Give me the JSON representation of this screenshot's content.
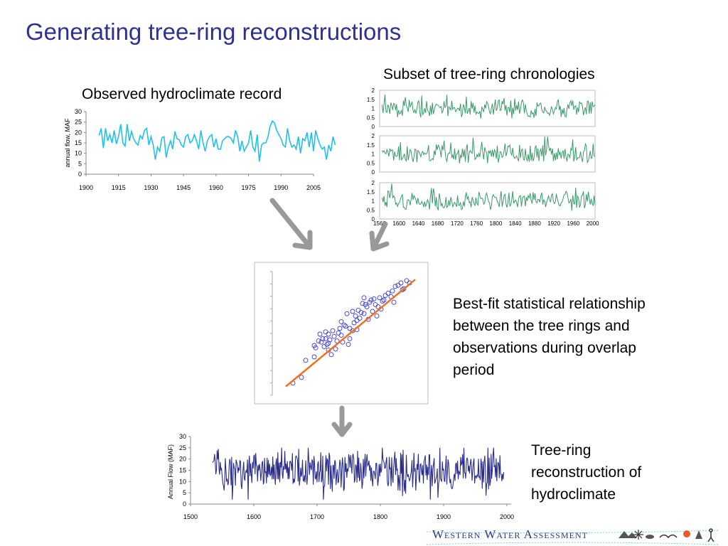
{
  "slide": {
    "title": "Generating tree-ring reconstructions",
    "observed_label": "Observed hydroclimate record",
    "chronologies_label": "Subset of tree-ring chronologies",
    "bestfit_text": [
      "Best-fit statistical relationship",
      "between the tree rings and",
      "observations during overlap",
      "period"
    ],
    "reconstruction_text": [
      "Tree-ring",
      "reconstruction of",
      "hydroclimate"
    ],
    "logo_text": "Western Water Assessment"
  },
  "colors": {
    "title": "#2e3192",
    "observed_line": "#1fc3e8",
    "chronology_line": "#3a9a6a",
    "reconstruction_line": "#2b2d8c",
    "scatter_points": "#3b3bd6",
    "fit_line": "#f07020",
    "arrow": "#999999"
  },
  "chart_data": [
    {
      "id": "observed",
      "type": "line",
      "ylabel": "annual flow, MAF",
      "xticks": [
        1900,
        1915,
        1930,
        1945,
        1960,
        1975,
        1990,
        2005
      ],
      "yticks": [
        0,
        5,
        10,
        15,
        20,
        25,
        30
      ],
      "xlim": [
        1900,
        2005
      ],
      "ylim": [
        0,
        30
      ],
      "x_start": 1906,
      "values": [
        18.5,
        22,
        12.5,
        22,
        16,
        19,
        15,
        21,
        14.5,
        18,
        24,
        15,
        13.5,
        24,
        16,
        20.5,
        17,
        15,
        14,
        18.5,
        17,
        21,
        22,
        14,
        18,
        14,
        7,
        13,
        11,
        17.5,
        18,
        8,
        13,
        16,
        12,
        20.5,
        17,
        16.5,
        14,
        13,
        18,
        19,
        15,
        16,
        19,
        16,
        12,
        21,
        15,
        11,
        16,
        18,
        19,
        13,
        17,
        12,
        12,
        16,
        17,
        18,
        18,
        17,
        15,
        21,
        18,
        11,
        16,
        11,
        13,
        15,
        21,
        13,
        11,
        19,
        6,
        14,
        15,
        15,
        18,
        23,
        25.5,
        24.5,
        21,
        19,
        17,
        14,
        13,
        22,
        16,
        13,
        14,
        12,
        18,
        10,
        17,
        16,
        20,
        13,
        20,
        11,
        21,
        17,
        14,
        12,
        13,
        7,
        14,
        11,
        18,
        14
      ]
    },
    {
      "id": "chronologies",
      "type": "line",
      "series_count": 3,
      "yticks": [
        0,
        0.5,
        1,
        1.5,
        2
      ],
      "xticks": [
        1560,
        1600,
        1640,
        1680,
        1720,
        1760,
        1800,
        1840,
        1880,
        1920,
        1960,
        2000
      ],
      "xtick_labels": [
        "1560",
        "1600",
        "1640",
        "1680",
        "1720",
        "1760",
        "1800",
        "1840",
        "1880",
        "1920",
        "1960",
        "2000"
      ],
      "xlim": [
        1560,
        2005
      ],
      "ylim": [
        0,
        2
      ],
      "x_start": 1565,
      "x_end": 2005
    },
    {
      "id": "scatter",
      "type": "scatter",
      "points": [
        [
          0.1,
          0.07
        ],
        [
          0.16,
          0.12
        ],
        [
          0.19,
          0.27
        ],
        [
          0.25,
          0.4
        ],
        [
          0.25,
          0.3
        ],
        [
          0.29,
          0.5
        ],
        [
          0.3,
          0.43
        ],
        [
          0.31,
          0.46
        ],
        [
          0.32,
          0.39
        ],
        [
          0.33,
          0.52
        ],
        [
          0.33,
          0.46
        ],
        [
          0.34,
          0.41
        ],
        [
          0.35,
          0.42
        ],
        [
          0.35,
          0.5
        ],
        [
          0.36,
          0.45
        ],
        [
          0.37,
          0.32
        ],
        [
          0.38,
          0.53
        ],
        [
          0.39,
          0.48
        ],
        [
          0.4,
          0.37
        ],
        [
          0.41,
          0.44
        ],
        [
          0.42,
          0.51
        ],
        [
          0.43,
          0.55
        ],
        [
          0.44,
          0.61
        ],
        [
          0.45,
          0.43
        ],
        [
          0.46,
          0.58
        ],
        [
          0.47,
          0.57
        ],
        [
          0.49,
          0.41
        ],
        [
          0.5,
          0.46
        ],
        [
          0.48,
          0.68
        ],
        [
          0.5,
          0.55
        ],
        [
          0.52,
          0.53
        ],
        [
          0.53,
          0.6
        ],
        [
          0.54,
          0.66
        ],
        [
          0.55,
          0.54
        ],
        [
          0.56,
          0.71
        ],
        [
          0.57,
          0.64
        ],
        [
          0.58,
          0.69
        ],
        [
          0.59,
          0.77
        ],
        [
          0.6,
          0.68
        ],
        [
          0.61,
          0.76
        ],
        [
          0.62,
          0.74
        ],
        [
          0.63,
          0.63
        ],
        [
          0.64,
          0.78
        ],
        [
          0.65,
          0.8
        ],
        [
          0.67,
          0.81
        ],
        [
          0.68,
          0.76
        ],
        [
          0.7,
          0.74
        ],
        [
          0.71,
          0.82
        ],
        [
          0.72,
          0.72
        ],
        [
          0.73,
          0.79
        ],
        [
          0.74,
          0.8
        ],
        [
          0.75,
          0.84
        ],
        [
          0.77,
          0.86
        ],
        [
          0.8,
          0.88
        ],
        [
          0.82,
          0.92
        ],
        [
          0.84,
          0.93
        ],
        [
          0.86,
          0.95
        ],
        [
          0.88,
          0.9
        ],
        [
          0.9,
          0.97
        ],
        [
          0.92,
          0.95
        ],
        [
          0.26,
          0.38
        ],
        [
          0.44,
          0.49
        ],
        [
          0.55,
          0.62
        ],
        [
          0.66,
          0.7
        ],
        [
          0.79,
          0.83
        ],
        [
          0.52,
          0.7
        ],
        [
          0.6,
          0.82
        ],
        [
          0.69,
          0.66
        ],
        [
          0.81,
          0.78
        ],
        [
          0.87,
          0.89
        ],
        [
          0.35,
          0.36
        ],
        [
          0.28,
          0.44
        ]
      ],
      "fit": [
        [
          0.05,
          0.04
        ],
        [
          0.96,
          0.98
        ]
      ]
    },
    {
      "id": "reconstruction",
      "type": "line",
      "ylabel": "Annual Flow (MAF)",
      "xticks": [
        1500,
        1600,
        1700,
        1800,
        1900,
        2000
      ],
      "yticks": [
        0,
        5,
        10,
        15,
        20,
        25,
        30
      ],
      "xlim": [
        1500,
        2000
      ],
      "ylim": [
        0,
        30
      ],
      "x_start": 1535,
      "x_end": 2005
    }
  ]
}
